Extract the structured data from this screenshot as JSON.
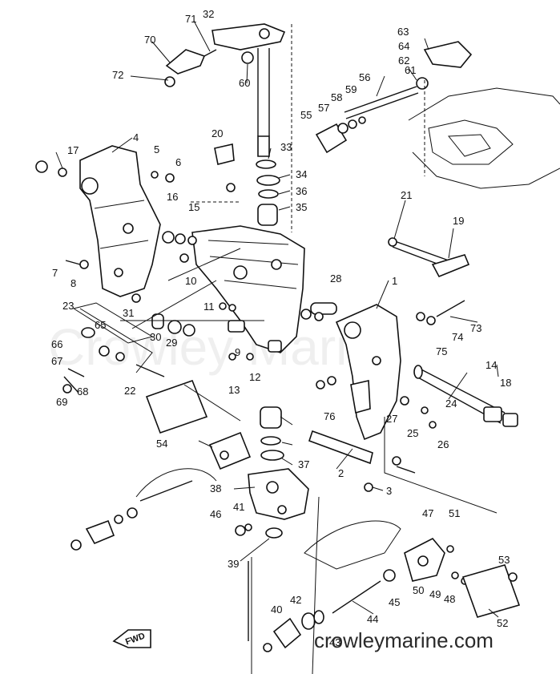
{
  "watermark": "crowleymarine.com",
  "ghost_watermark": "Crowley Marine",
  "direction_label": "FWD",
  "callouts": [
    "1",
    "2",
    "3",
    "4",
    "5",
    "6",
    "7",
    "8",
    "9",
    "10",
    "11",
    "12",
    "13",
    "14",
    "15",
    "16",
    "17",
    "18",
    "19",
    "20",
    "21",
    "22",
    "23",
    "24",
    "25",
    "26",
    "27",
    "28",
    "29",
    "30",
    "31",
    "32",
    "33",
    "34",
    "35",
    "36",
    "37",
    "38",
    "39",
    "40",
    "41",
    "42",
    "43",
    "44",
    "45",
    "46",
    "47",
    "48",
    "49",
    "50",
    "51",
    "52",
    "53",
    "54",
    "55",
    "56",
    "57",
    "58",
    "59",
    "60",
    "61",
    "62",
    "63",
    "64",
    "65",
    "66",
    "67",
    "68",
    "69",
    "70",
    "71",
    "72",
    "73",
    "74",
    "75",
    "76"
  ]
}
